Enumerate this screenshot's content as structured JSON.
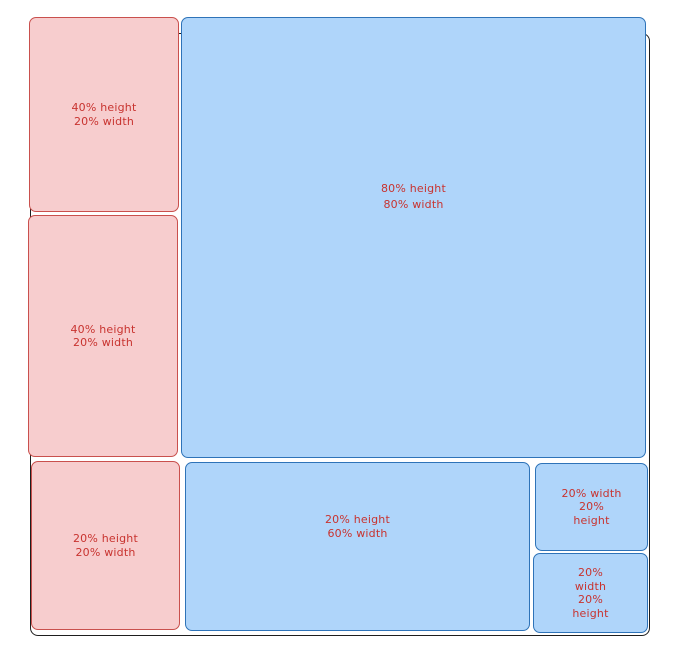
{
  "boxes": {
    "left_top": "40% height\n20% width",
    "left_middle": "40% height\n20% width",
    "main": "80% height\n80% width",
    "bottom_left": "20% height\n20% width",
    "bottom_middle": "20% height\n60% width",
    "bottom_right_top": "20% width\n20%\nheight",
    "bottom_right_bottom": "20%\nwidth\n20%\nheight"
  },
  "colors": {
    "red_fill": "#f7cdce",
    "red_stroke": "#c9504d",
    "blue_fill": "#afd5fa",
    "blue_stroke": "#2e73b8",
    "label_text": "#c8332f"
  }
}
